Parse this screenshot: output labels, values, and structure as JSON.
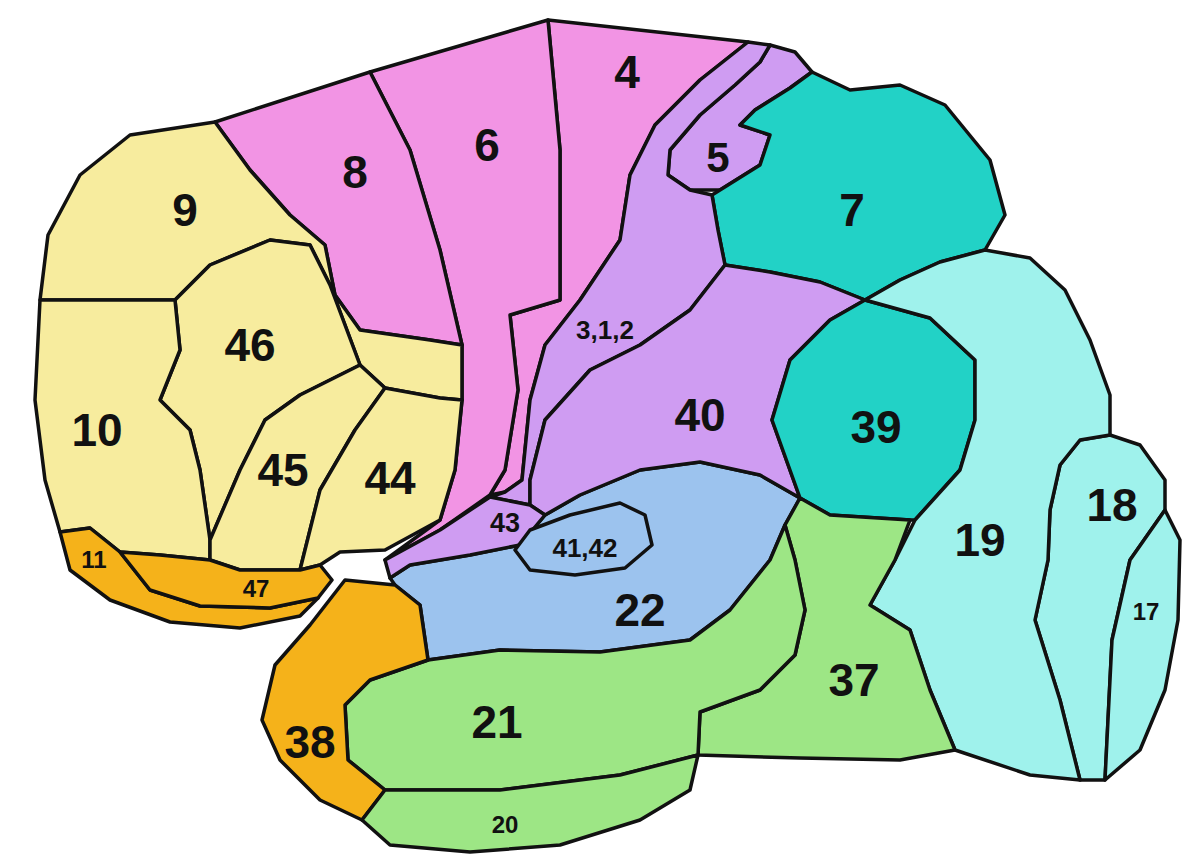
{
  "diagram": {
    "nodes": [
      {
        "text": [
          "4"
        ]
      },
      {
        "text": [
          "6"
        ]
      },
      {
        "text": [
          "5"
        ]
      },
      {
        "text": [
          "8"
        ]
      },
      {
        "text": [
          "9"
        ]
      },
      {
        "text": [
          "7"
        ]
      },
      {
        "text": [
          "3,1,2"
        ]
      },
      {
        "text": [
          "46"
        ]
      },
      {
        "text": [
          "40"
        ]
      },
      {
        "text": [
          "39"
        ]
      },
      {
        "text": [
          "10"
        ]
      },
      {
        "text": [
          "45"
        ]
      },
      {
        "text": [
          "44"
        ]
      },
      {
        "text": [
          "18"
        ]
      },
      {
        "text": [
          "43"
        ]
      },
      {
        "text": [
          "19"
        ]
      },
      {
        "text": [
          "41,42"
        ]
      },
      {
        "text": [
          "11"
        ]
      },
      {
        "text": [
          "47"
        ]
      },
      {
        "text": [
          "17"
        ]
      },
      {
        "text": [
          "22"
        ]
      },
      {
        "text": [
          "37"
        ]
      },
      {
        "text": [
          "21"
        ]
      },
      {
        "text": [
          "38"
        ]
      },
      {
        "text": [
          "20"
        ]
      }
    ]
  }
}
